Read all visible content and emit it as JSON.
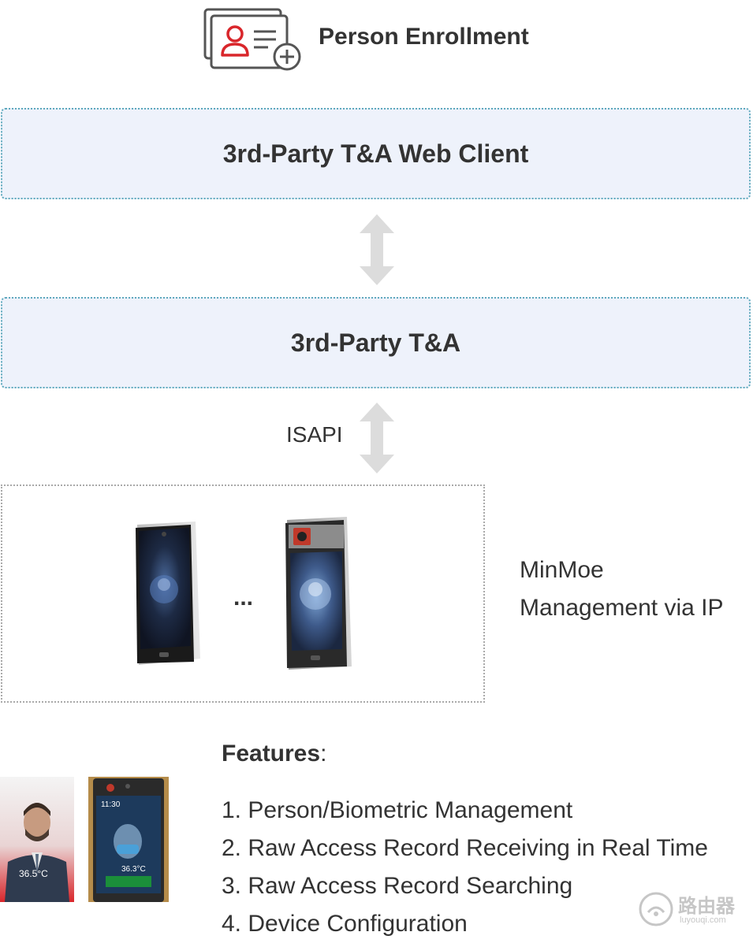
{
  "header": {
    "title": "Person Enrollment",
    "icon": "id-card-add-icon"
  },
  "boxes": {
    "web_client": "3rd-Party T&A Web Client",
    "ta": "3rd-Party T&A"
  },
  "connector": {
    "protocol_label": "ISAPI"
  },
  "devices": {
    "ellipsis": "...",
    "caption_line1": "MinMoe",
    "caption_line2": "Management via IP"
  },
  "features": {
    "title": "Features",
    "title_suffix": ":",
    "items": [
      "1. Person/Biometric Management",
      "2. Raw Access Record Receiving in Real Time",
      "3. Raw Access Record Searching",
      "4. Device Configuration"
    ]
  },
  "photos": {
    "left_temp": "36.5°C",
    "right_time": "11:30",
    "right_temp": "36.3°C"
  },
  "watermark": {
    "main": "路由器",
    "sub": "luyouqi.com"
  },
  "colors": {
    "accent_red": "#d9262b",
    "box_fill": "#eef2fb",
    "box_border": "#5ea9bd",
    "arrow": "#dcdcdc"
  }
}
